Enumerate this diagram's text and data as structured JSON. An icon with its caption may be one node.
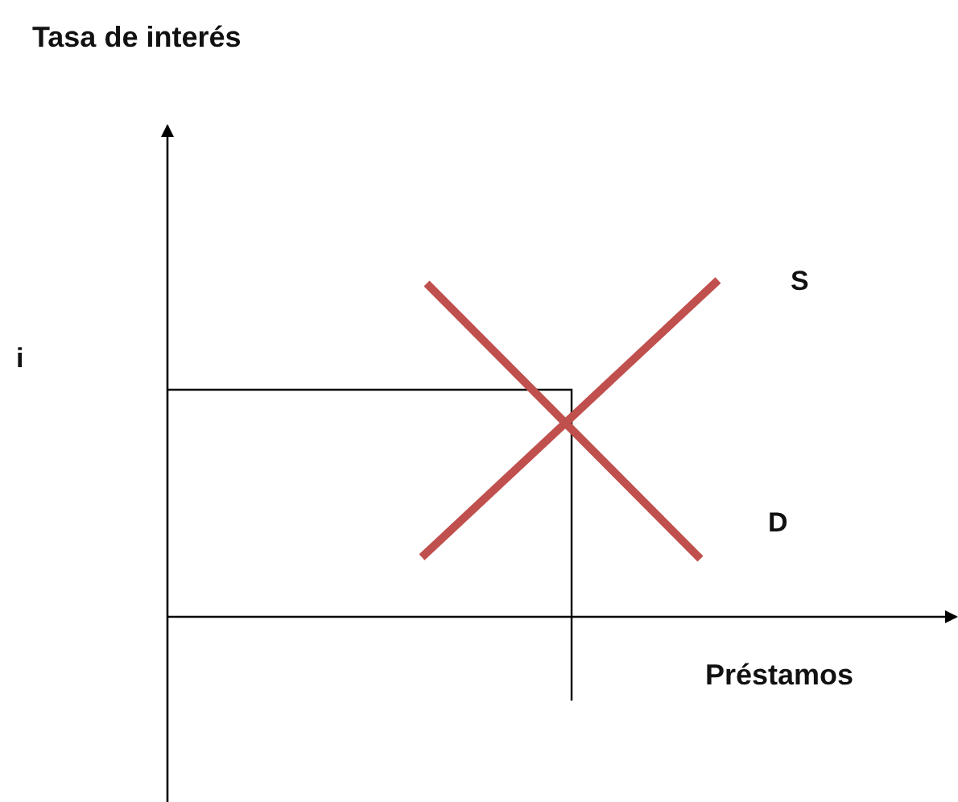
{
  "diagram": {
    "labels": [
      "Tasa de interés",
      "i",
      "S",
      "D",
      "Préstamos"
    ]
  }
}
